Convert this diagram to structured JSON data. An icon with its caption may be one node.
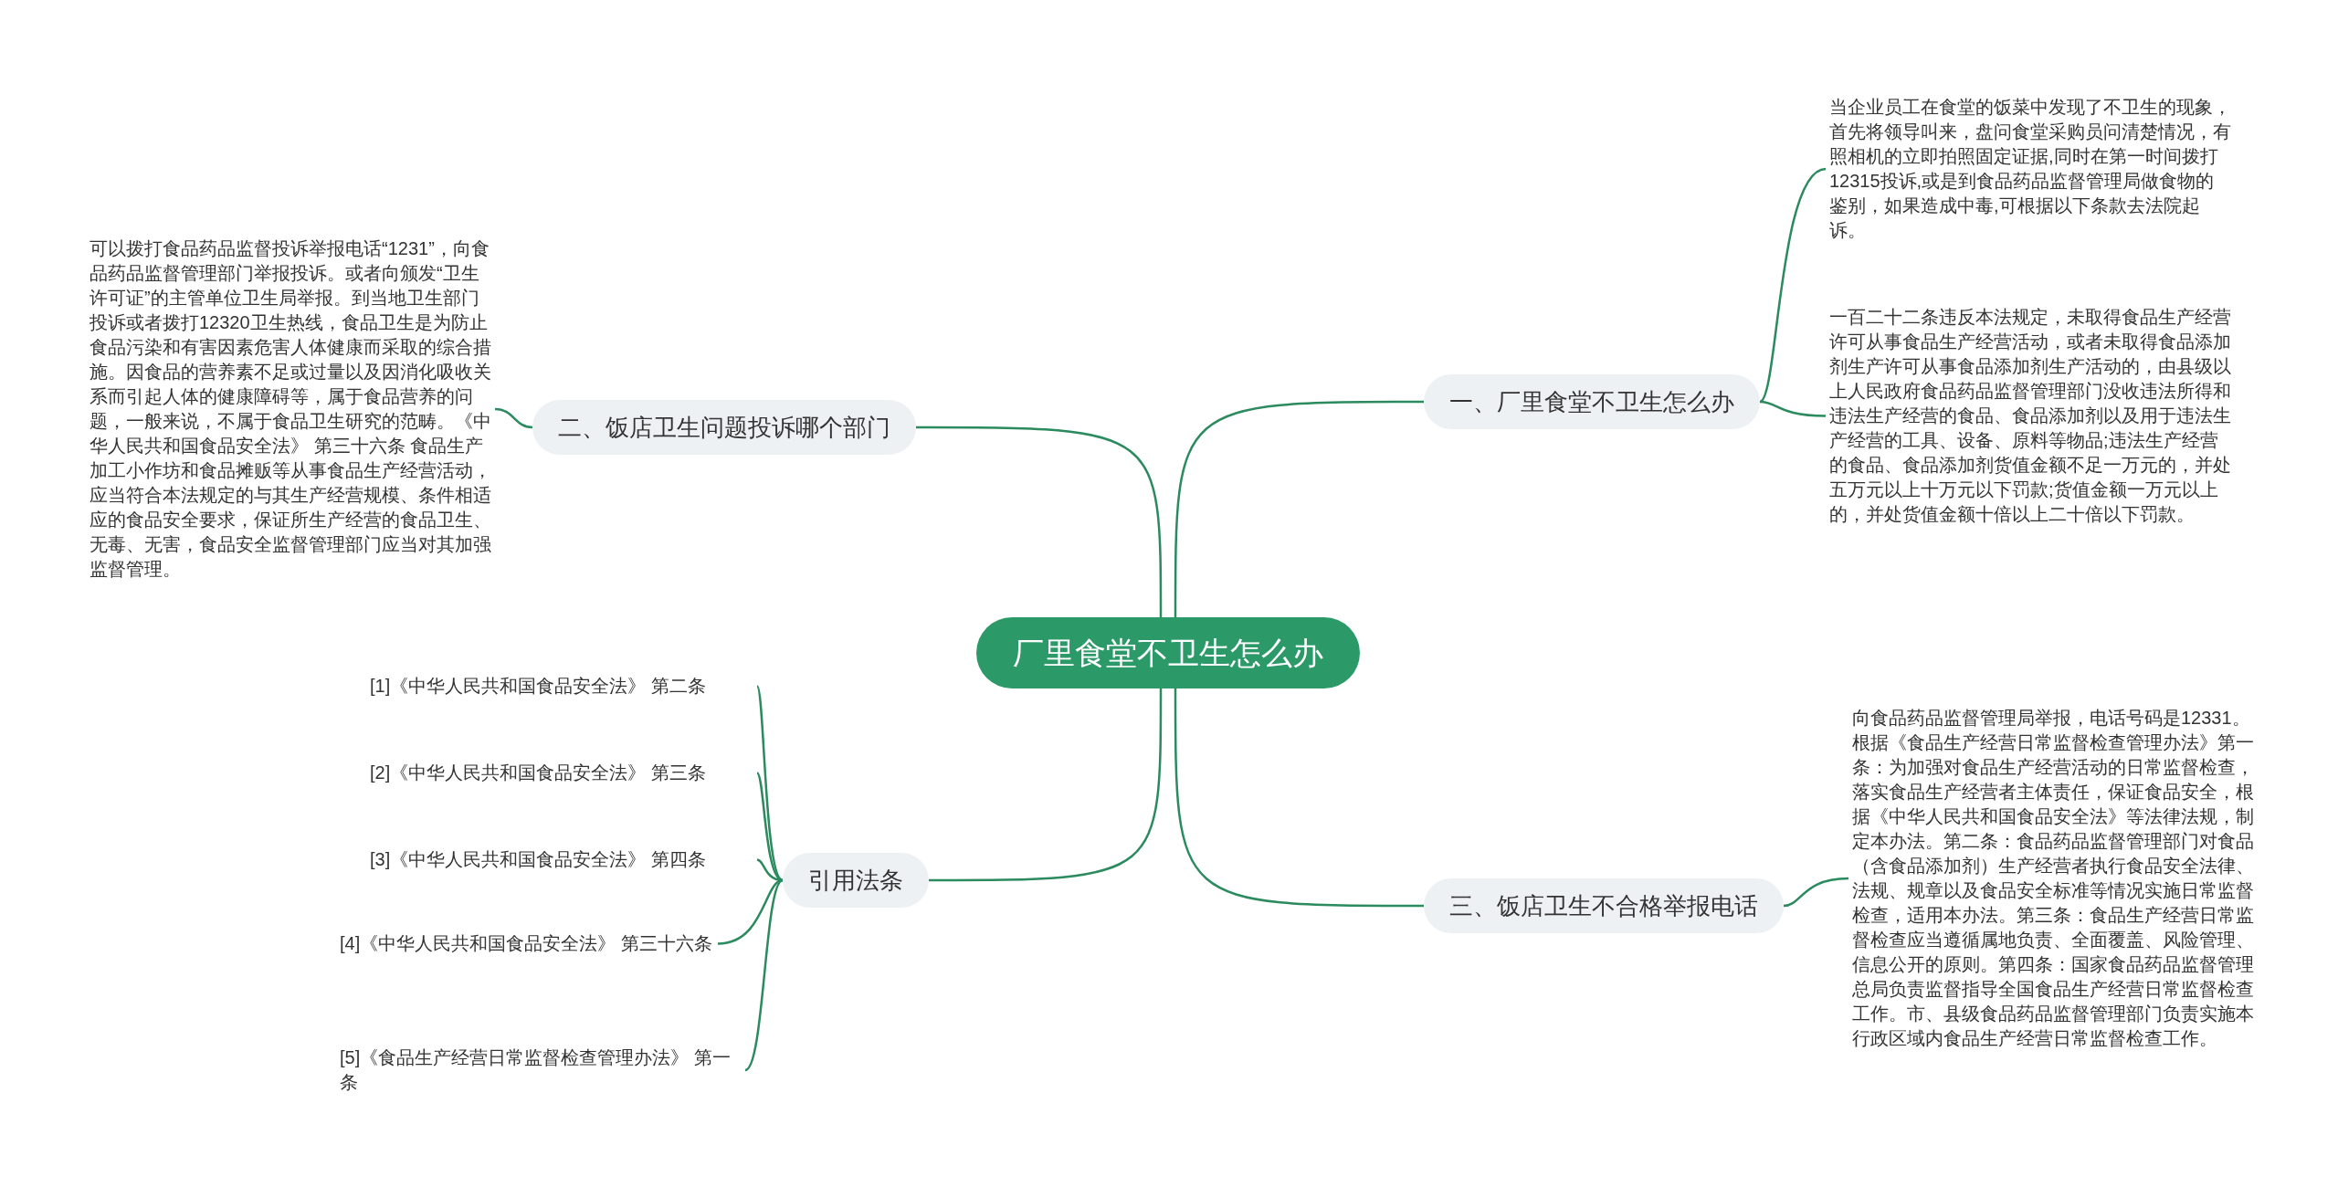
{
  "diagram": {
    "nodes": [
      {
        "text": [
          "厂里食堂不卫生怎么办"
        ]
      },
      {
        "text": [
          "一、厂里食堂不卫生怎么办"
        ]
      },
      {
        "text": [
          "当企业员工在食堂的饭菜中发现了不卫生的现象，首先将领导叫来，盘问食堂采购员问清楚情况，有照相机的立即拍照固定证据,同时在第一时间拨打12315投诉,或是到食品药品监督管理局做食物的鉴别，如果造成中毒,可根据以下条款去法院起诉。"
        ]
      },
      {
        "text": [
          "一百二十二条违反本法规定，未取得食品生产经营许可从事食品生产经营活动，或者未取得食品添加剂生产许可从事食品添加剂生产活动的，由县级以上人民政府食品药品监督管理部门没收违法所得和违法生产经营的食品、食品添加剂以及用于违法生产经营的工具、设备、原料等物品;违法生产经营的食品、食品添加剂货值金额不足一万元的，并处五万元以上十万元以下罚款;货值金额一万元以上的，并处货值金额十倍以上二十倍以下罚款。"
        ]
      },
      {
        "text": [
          "三、饭店卫生不合格举报电话"
        ]
      },
      {
        "text": [
          "向食品药品监督管理局举报，电话号码是12331。根据《食品生产经营日常监督检查管理办法》第一条：为加强对食品生产经营活动的日常监督检查，落实食品生产经营者主体责任，保证食品安全，根据《中华人民共和国食品安全法》等法律法规，制定本办法。第二条：食品药品监督管理部门对食品（含食品添加剂）生产经营者执行食品安全法律、法规、规章以及食品安全标准等情况实施日常监督检查，适用本办法。第三条：食品生产经营日常监督检查应当遵循属地负责、全面覆盖、风险管理、信息公开的原则。第四条：国家食品药品监督管理总局负责监督指导全国食品生产经营日常监督检查工作。市、县级食品药品监督管理部门负责实施本行政区域内食品生产经营日常监督检查工作。"
        ]
      },
      {
        "text": [
          "二、饭店卫生问题投诉哪个部门"
        ]
      },
      {
        "text": [
          "可以拨打食品药品监督投诉举报电话“1231”，向食品药品监督管理部门举报投诉。或者向颁发“卫生许可证”的主管单位卫生局举报。到当地卫生部门投诉或者拨打12320卫生热线，食品卫生是为防止食品污染和有害因素危害人体健康而采取的综合措施。因食品的营养素不足或过量以及因消化吸收关系而引起人体的健康障碍等，属于食品营养的问题，一般来说，不属于食品卫生研究的范畴。《中华人民共和国食品安全法》 第三十六条 食品生产加工小作坊和食品摊贩等从事食品生产经营活动，应当符合本法规定的与其生产经营规模、条件相适应的食品安全要求，保证所生产经营的食品卫生、无毒、无害，食品安全监督管理部门应当对其加强监督管理。"
        ]
      },
      {
        "text": [
          "引用法条"
        ]
      },
      {
        "text": [
          "[1]《中华人民共和国食品安全法》 第二条"
        ]
      },
      {
        "text": [
          "[2]《中华人民共和国食品安全法》 第三条"
        ]
      },
      {
        "text": [
          "[3]《中华人民共和国食品安全法》 第四条"
        ]
      },
      {
        "text": [
          "[4]《中华人民共和国食品安全法》 第三十六条"
        ]
      },
      {
        "text": [
          "[5]《食品生产经营日常监督检查管理办法》 第一条"
        ]
      }
    ],
    "edges": [
      {
        "from": 0,
        "to": 1,
        "arrow": "none"
      },
      {
        "from": 1,
        "to": 2,
        "arrow": "none"
      },
      {
        "from": 1,
        "to": 3,
        "arrow": "none"
      },
      {
        "from": 0,
        "to": 4,
        "arrow": "none"
      },
      {
        "from": 4,
        "to": 5,
        "arrow": "none"
      },
      {
        "from": 0,
        "to": 6,
        "arrow": "none"
      },
      {
        "from": 6,
        "to": 7,
        "arrow": "none"
      },
      {
        "from": 0,
        "to": 8,
        "arrow": "none"
      },
      {
        "from": 8,
        "to": 9,
        "arrow": "none"
      },
      {
        "from": 8,
        "to": 10,
        "arrow": "none"
      },
      {
        "from": 8,
        "to": 11,
        "arrow": "none"
      },
      {
        "from": 8,
        "to": 12,
        "arrow": "none"
      },
      {
        "from": 8,
        "to": 13,
        "arrow": "none"
      }
    ]
  }
}
